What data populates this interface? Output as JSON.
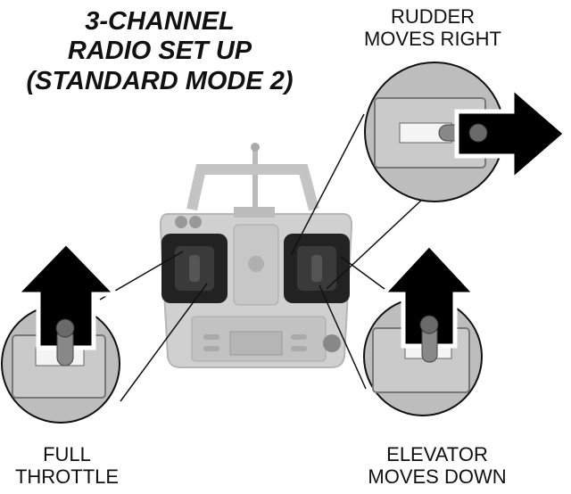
{
  "title": {
    "line1": "3-CHANNEL",
    "line2": "RADIO SET UP",
    "line3": "(STANDARD MODE 2)"
  },
  "labels": {
    "rudder_line1": "RUDDER",
    "rudder_line2": "MOVES RIGHT",
    "throttle_line1": "FULL",
    "throttle_line2": "THROTTLE",
    "elevator_line1": "ELEVATOR",
    "elevator_line2": "MOVES DOWN"
  },
  "icons": {
    "transmitter": "radio-transmitter-icon",
    "arrow_right": "arrow-right-icon",
    "arrow_up": "arrow-up-icon"
  },
  "colors": {
    "arrow_fill": "#000000",
    "arrow_outline": "#ffffff",
    "circle_fill": "#bdbdbd",
    "transmitter_body": "#cfcfcf"
  }
}
